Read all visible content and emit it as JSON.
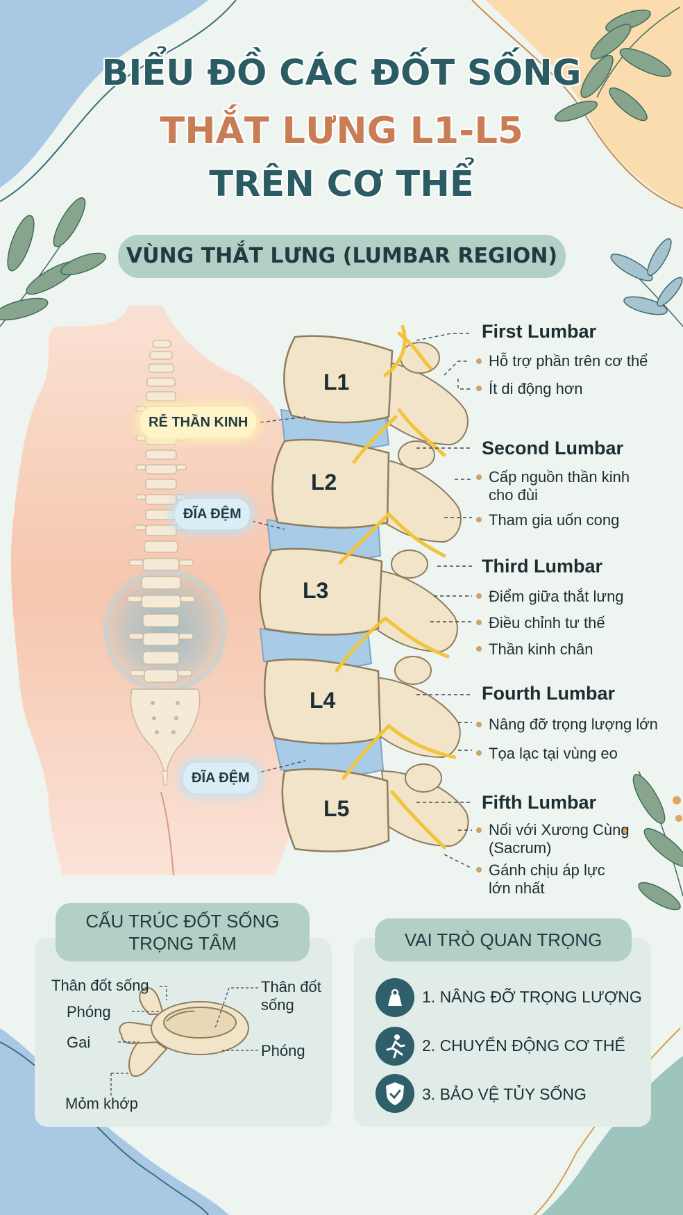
{
  "title": {
    "line1": "BIỂU ĐỒ CÁC ĐỐT SỐNG",
    "line2": "THẮT LƯNG L1-L5",
    "line3": "TRÊN CƠ THỂ"
  },
  "region_label": "VÙNG THẮT LƯNG (LUMBAR REGION)",
  "body_tags": {
    "nerve_root": "RỄ THẦN KINH",
    "disc_upper": "ĐĨA ĐỆM",
    "disc_lower": "ĐĨA ĐỆM"
  },
  "vertebrae": [
    {
      "label": "L1",
      "name": "First Lumbar",
      "notes": [
        "Hỗ trợ phần trên cơ thể",
        "Ít di động hơn"
      ]
    },
    {
      "label": "L2",
      "name": "Second Lumbar",
      "notes": [
        "Cấp nguồn thần kinh cho đùi",
        "Tham gia uốn cong"
      ]
    },
    {
      "label": "L3",
      "name": "Third Lumbar",
      "notes": [
        "Điểm giữa thắt lưng",
        "Điều chỉnh tư thế",
        "Thần kinh chân"
      ]
    },
    {
      "label": "L4",
      "name": "Fourth Lumbar",
      "notes": [
        "Nâng đỡ trọng lượng lớn",
        "Tọa lạc tại vùng eo"
      ]
    },
    {
      "label": "L5",
      "name": "Fifth Lumbar",
      "notes": [
        "Nối với Xương Cùng (Sacrum)",
        "Gánh chịu áp lực lớn nhất"
      ]
    }
  ],
  "structure_panel": {
    "title": "CẤU TRÚC ĐỐT SỐNG TRỌNG TÂM",
    "labels": {
      "body_top": "Thân đốt sống",
      "process_left": "Phóng",
      "spine": "Gai",
      "facet": "Mỏm khớp",
      "body_right": "Thân đốt sống",
      "process_right": "Phóng"
    }
  },
  "roles_panel": {
    "title": "VAI TRÒ QUAN TRỌNG",
    "items": [
      {
        "text": "1. NÂNG ĐỠ TRỌNG LƯỢNG",
        "icon": "weight-icon"
      },
      {
        "text": "2. CHUYỂN ĐỘNG CƠ THỂ",
        "icon": "running-person-icon"
      },
      {
        "text": "3. BẢO VỆ TỦY SỐNG",
        "icon": "shield-check-icon"
      }
    ]
  },
  "colors": {
    "title_dark": "#2b5c64",
    "title_accent": "#c97d56",
    "pill": "#b2d0c6",
    "bone": "#f2e4c8",
    "disc": "#a8cbe8",
    "nerve": "#f3cf4b",
    "skin": "#f7c9b1"
  }
}
